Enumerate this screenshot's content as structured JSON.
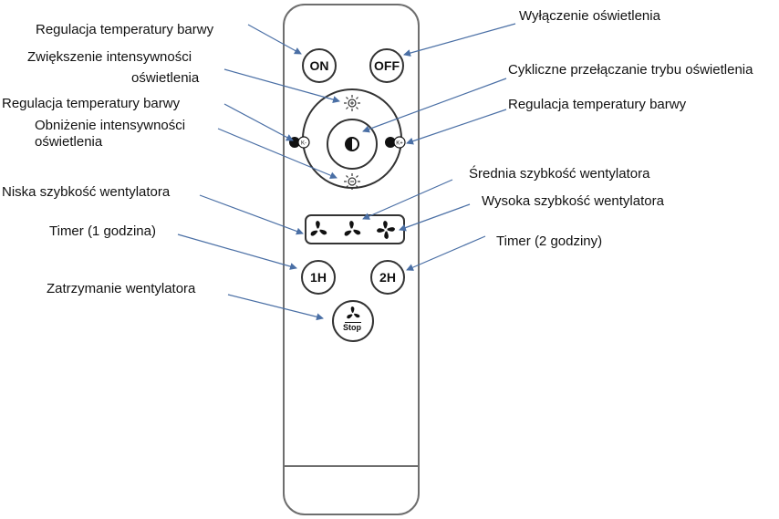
{
  "labels": {
    "temp_top": "Regulacja temperatury barwy",
    "light_off": "Wyłączenie oświetlenia",
    "intensity_up_1": "Zwiększenie intensywności",
    "intensity_up_2": "oświetlenia",
    "cycle_mode": "Cykliczne przełączanie trybu oświetlenia",
    "temp_left": "Regulacja temperatury barwy",
    "temp_right": "Regulacja temperatury barwy",
    "intensity_down_1": "Obniżenie intensywności",
    "intensity_down_2": "oświetlenia",
    "fan_medium": "Średnia szybkość wentylatora",
    "fan_low": "Niska szybkość wentylatora",
    "fan_high": "Wysoka szybkość wentylatora",
    "timer_1h": "Timer (1 godzina)",
    "timer_2h": "Timer (2 godziny)",
    "fan_stop": "Zatrzymanie wentylatora"
  },
  "buttons": {
    "on": "ON",
    "off": "OFF",
    "h1": "1H",
    "h2": "2H",
    "stop": "Stop",
    "k_minus": "K-",
    "k_plus": "K+"
  },
  "colors": {
    "arrow": "#4a6fa5",
    "outline": "#333333"
  }
}
